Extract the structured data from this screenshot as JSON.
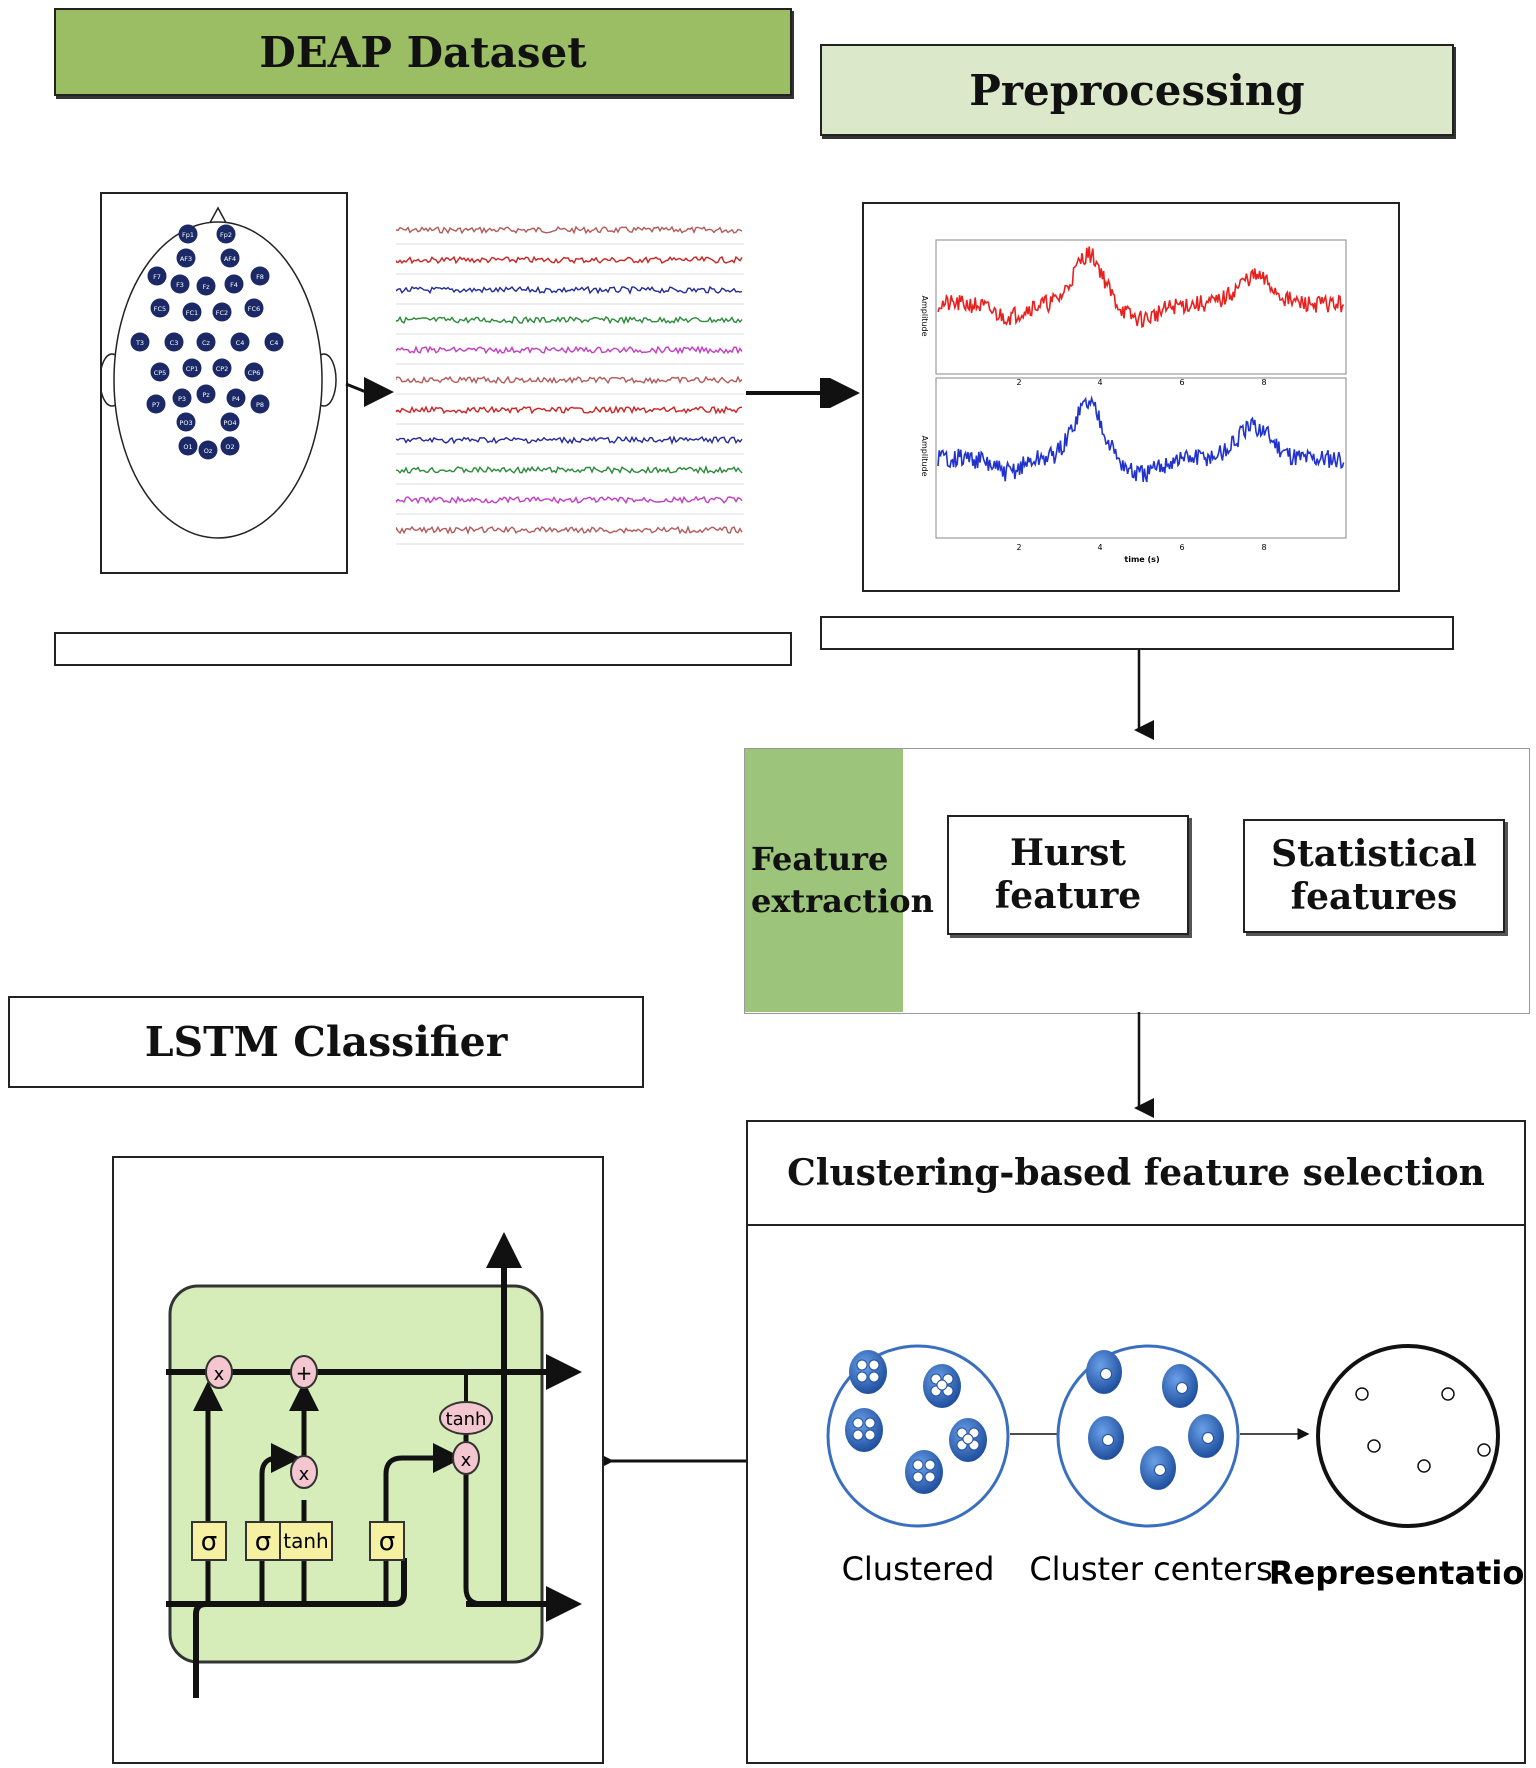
{
  "headers": {
    "deap": "DEAP Dataset",
    "preprocessing": "Preprocessing",
    "lstm": "LSTM Classifier",
    "clustering": "Clustering-based feature selection"
  },
  "electrodes": [
    "Fp1",
    "Fp2",
    "AF3",
    "AF4",
    "F7",
    "F3",
    "Fz",
    "F4",
    "F8",
    "FC5",
    "FC1",
    "FC2",
    "FC6",
    "T3",
    "C3",
    "Cz",
    "C4",
    "C4",
    "CP5",
    "CP1",
    "CP2",
    "CP6",
    "P7",
    "P3",
    "Pz",
    "P4",
    "P8",
    "PO3",
    "PO4",
    "O1",
    "Oz",
    "O2"
  ],
  "signal_plot": {
    "ylabel": "Amplitude",
    "xlabel": "time (s)",
    "ticks": [
      "2",
      "4",
      "6",
      "8"
    ]
  },
  "feature_extraction": {
    "label_line1": "Feature",
    "label_line2": "extraction",
    "hurst": "Hurst feature",
    "statistical_line1": "Statistical",
    "statistical_line2": "features"
  },
  "clustering": {
    "clustered": "Clustered",
    "centers": "Cluster centers",
    "representation": "Representation"
  },
  "lstm_cell": {
    "gate_sigma": "σ",
    "gate_tanh": "tanh",
    "op_times": "x",
    "op_plus": "+"
  },
  "colors": {
    "dark_green": "#9bbd63",
    "light_green": "#dbe8c9",
    "fe_green": "#9cc47a",
    "lstm_green": "#d6ecb9",
    "electrode": "#1b2a66",
    "cluster_blue": "#3a6fc0"
  }
}
